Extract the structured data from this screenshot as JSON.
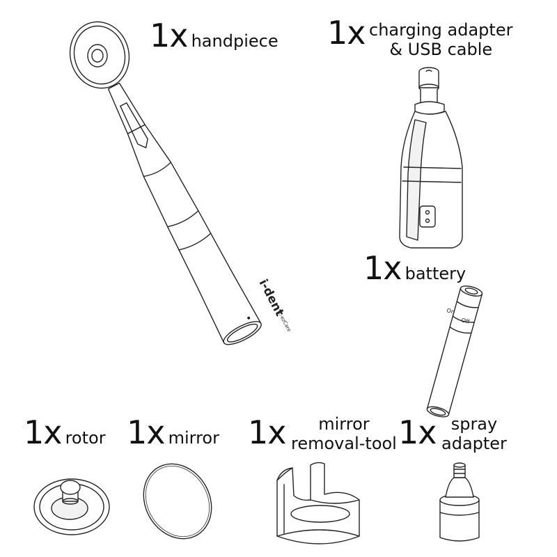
{
  "items": {
    "handpiece": {
      "qty": "1x",
      "name": "handpiece"
    },
    "charger": {
      "qty": "1x",
      "name_line1": "charging adapter",
      "name_line2": "& USB cable"
    },
    "battery": {
      "qty": "1x",
      "name": "battery",
      "mark_on": "On",
      "mark_off": "Off"
    },
    "rotor": {
      "qty": "1x",
      "name": "rotor"
    },
    "mirror": {
      "qty": "1x",
      "name": "mirror"
    },
    "removal_tool": {
      "qty": "1x",
      "name_line1": "mirror",
      "name_line2": "removal-tool"
    },
    "spray": {
      "qty": "1x",
      "name_line1": "spray",
      "name_line2": "adapter"
    }
  },
  "brand": {
    "logo_text": "i-dent",
    "logo_sub": "E-ezCare"
  }
}
